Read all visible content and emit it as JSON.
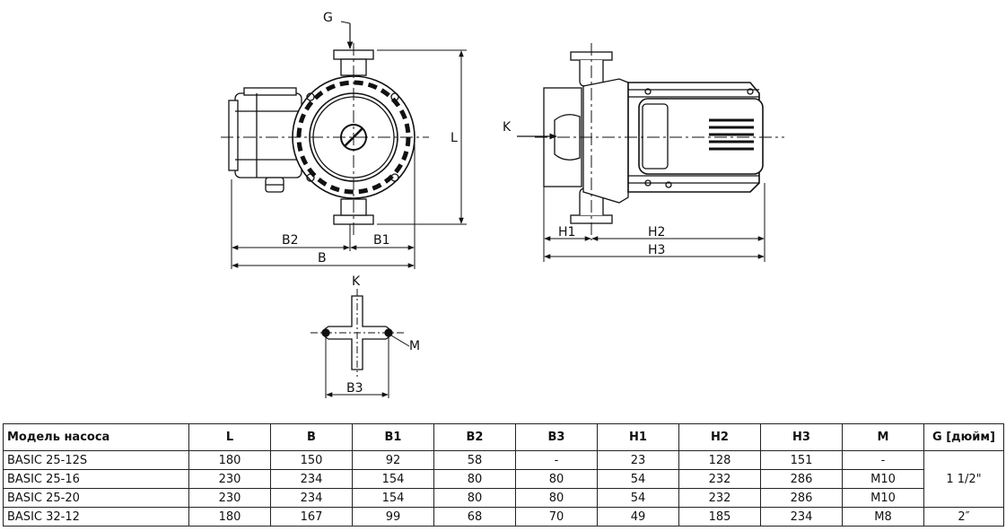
{
  "drawing": {
    "labels": {
      "G": "G",
      "L": "L",
      "B2": "B2",
      "B1": "B1",
      "B": "B",
      "K_side": "K",
      "H1": "H1",
      "H2": "H2",
      "H3": "H3",
      "K_flange": "K",
      "M": "M",
      "B3": "B3"
    }
  },
  "table": {
    "headers": [
      "Модель насоса",
      "L",
      "B",
      "B1",
      "B2",
      "B3",
      "H1",
      "H2",
      "H3",
      "M",
      "G [дюйм]"
    ],
    "rows": [
      {
        "model": "BASIC 25-12S",
        "L": "180",
        "B": "150",
        "B1": "92",
        "B2": "58",
        "B3": "-",
        "H1": "23",
        "H2": "128",
        "H3": "151",
        "M": "-"
      },
      {
        "model": "BASIC 25-16",
        "L": "230",
        "B": "234",
        "B1": "154",
        "B2": "80",
        "B3": "80",
        "H1": "54",
        "H2": "232",
        "H3": "286",
        "M": "M10"
      },
      {
        "model": "BASIC 25-20",
        "L": "230",
        "B": "234",
        "B1": "154",
        "B2": "80",
        "B3": "80",
        "H1": "54",
        "H2": "232",
        "H3": "286",
        "M": "M10"
      },
      {
        "model": "BASIC 32-12",
        "L": "180",
        "B": "167",
        "B1": "99",
        "B2": "68",
        "B3": "70",
        "H1": "49",
        "H2": "185",
        "H3": "234",
        "M": "M8"
      }
    ],
    "g_values": [
      "1 1/2\"",
      "2″"
    ]
  }
}
